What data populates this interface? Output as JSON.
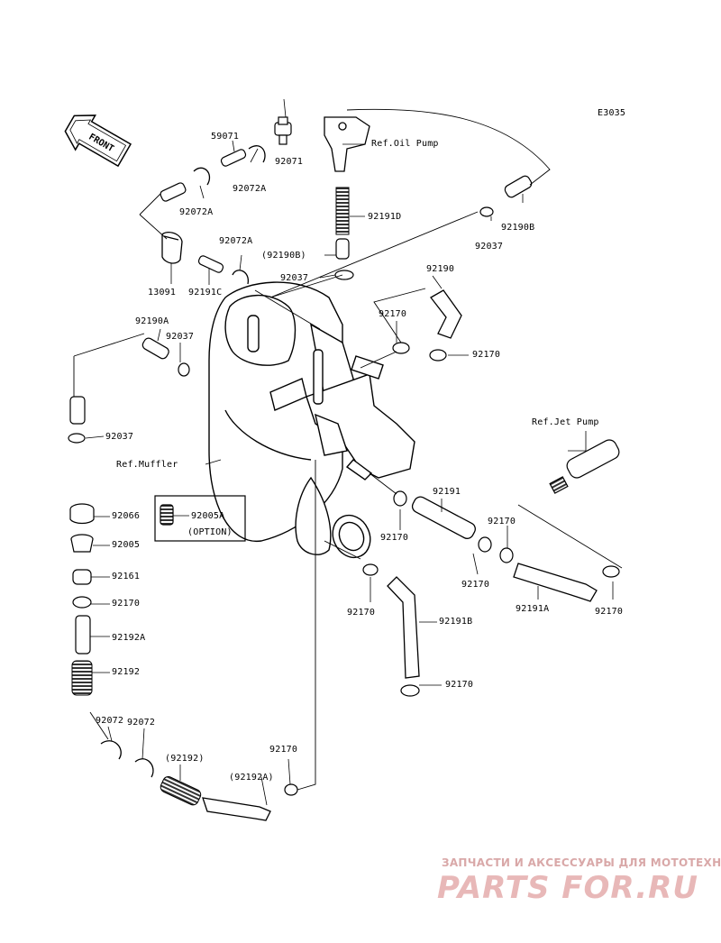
{
  "diagram_code": "E3035",
  "front_label": "FRONT",
  "labels": {
    "p59071": "59071",
    "p92071": "92071",
    "p92072A_top": "92072A",
    "p92072A_left": "92072A",
    "p92072A_mid": "92072A",
    "p13091": "13091",
    "p92191C": "92191C",
    "ref_oil_pump": "Ref.Oil Pump",
    "p92191D": "92191D",
    "p92190B_paren": "(92190B)",
    "p92037_mid": "92037",
    "p92037_right": "92037",
    "p92190B": "92190B",
    "p92190": "92190",
    "p92170_a": "92170",
    "p92170_b": "92170",
    "p92190A": "92190A",
    "p92037_left": "92037",
    "p92037_low": "92037",
    "ref_muffler": "Ref.Muffler",
    "ref_jet_pump": "Ref.Jet Pump",
    "p92191": "92191",
    "p92170_c": "92170",
    "p92170_d": "92170",
    "p92170_e": "92170",
    "p92170_f": "92170",
    "p92191A": "92191A",
    "p92170_g": "92170",
    "p92191B": "92191B",
    "p92170_h": "92170",
    "p92066": "92066",
    "p92005A": "92005A",
    "option": "(OPTION)",
    "p92005": "92005",
    "p92161": "92161",
    "p92170_i": "92170",
    "p92192A": "92192A",
    "p92192": "92192",
    "p92072_a": "92072",
    "p92072_b": "92072",
    "p92192_paren": "(92192)",
    "p92170_j": "92170",
    "p92192A_paren": "(92192A)"
  },
  "watermark": {
    "line1": "ЗАПЧАСТИ И АКСЕССУАРЫ ДЛЯ МОТОТЕХНИКИ",
    "logo": "PARTS FOR.RU",
    "color": "#e0a0a0"
  }
}
